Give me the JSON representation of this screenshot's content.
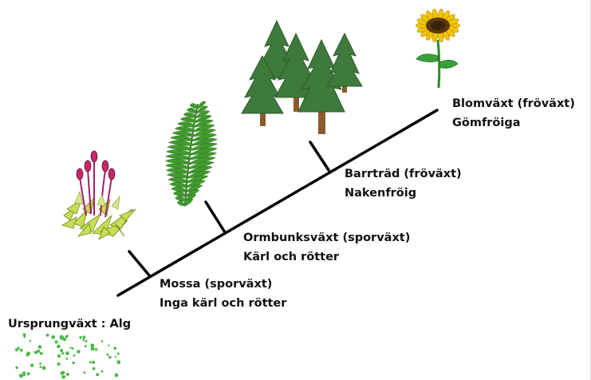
{
  "stages": [
    {
      "line1": "Ursprungväxt : Alg",
      "line2": "",
      "image": "algae-icon"
    },
    {
      "line1": "Mossa (sporväxt)",
      "line2": "Inga kärl och rötter",
      "image": "moss-icon"
    },
    {
      "line1": "Ormbunksväxt (sporväxt)",
      "line2": "Kärl och rötter",
      "image": "fern-icon"
    },
    {
      "line1": "Barrträd (fröväxt)",
      "line2": "Nakenfröig",
      "image": "conifer-trees-icon"
    },
    {
      "line1": "Blomväxt (fröväxt)",
      "line2": "Gömfröiga",
      "image": "sunflower-icon"
    }
  ],
  "colors": {
    "line": "#000000",
    "leaf_green": "#3f9b2c",
    "tree_green": "#3f7a3d",
    "trunk": "#8a5a2b",
    "sunflower_yellow": "#f2c400",
    "algae_green": "#4db848"
  }
}
